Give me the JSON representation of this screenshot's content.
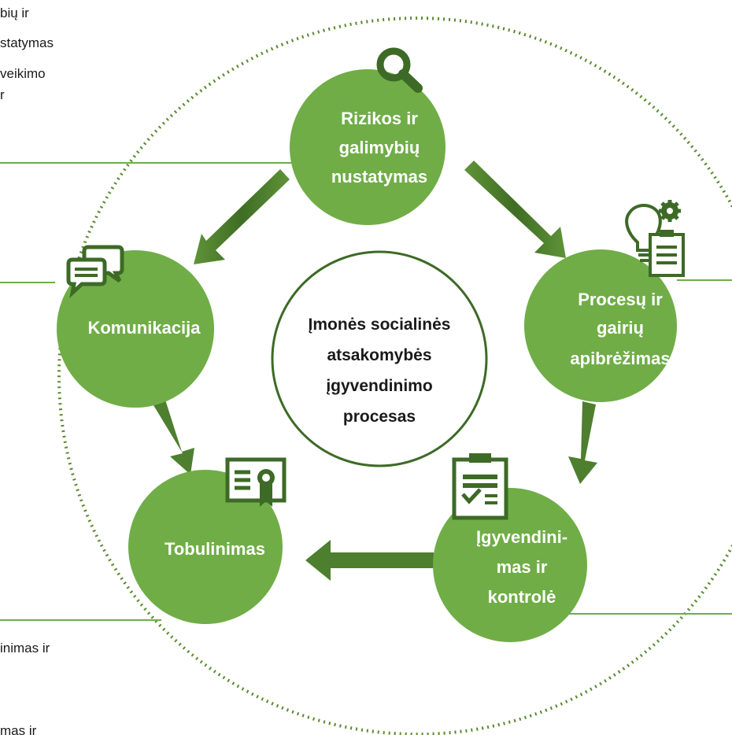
{
  "center": {
    "lines": [
      "Įmonės socialinės",
      "atsakomybės",
      "įgyvendinimo",
      "procesas"
    ]
  },
  "stages": [
    {
      "id": "rizikos",
      "lines": [
        "Rizikos ir",
        "galimybių",
        "nustatymas"
      ],
      "icon": "magnifier-icon"
    },
    {
      "id": "procesu",
      "lines": [
        "Procesų ir",
        "gairių",
        "apibrėžimas"
      ],
      "icon": "lightbulb-gear-clipboard-icon"
    },
    {
      "id": "igyvendinimas",
      "lines": [
        "Įgyvendini-",
        "mas ir",
        "kontrolė"
      ],
      "icon": "clipboard-check-icon"
    },
    {
      "id": "tobulinimas",
      "lines": [
        "Tobulinimas"
      ],
      "icon": "certificate-icon"
    },
    {
      "id": "komunikacija",
      "lines": [
        "Komunikacija"
      ],
      "icon": "chat-bubbles-icon"
    }
  ],
  "side_text": {
    "top_left": [
      "bių ir",
      "statymas",
      "veikimo",
      "r"
    ],
    "bottom_left": [
      "inimas ir",
      "mas ir"
    ]
  },
  "colors": {
    "circle_fill": "#70ad47",
    "arrow": "#4d7f2f",
    "icon": "#3d6a26",
    "dotted_ring": "#5a8a2f",
    "lines": "#70ad47"
  }
}
